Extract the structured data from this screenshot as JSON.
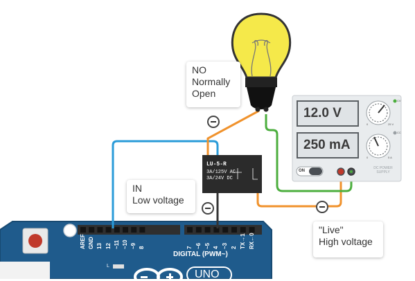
{
  "callouts": {
    "no": {
      "line1": "NO",
      "line2": "Normally",
      "line3": "Open"
    },
    "in": {
      "line1": "IN",
      "line2": "Low voltage"
    },
    "live": {
      "line1": "\"Live\"",
      "line2": "High voltage"
    }
  },
  "relay": {
    "model": "LU-5-R",
    "rating_ac": "3A/125V AC",
    "rating_dc": "3A/24V DC"
  },
  "power_supply": {
    "voltage": "12.0 V",
    "current": "250 mA",
    "on_label": "ON",
    "brand": "DC POWER SUPPLY",
    "knob_voltage_max": "25 V",
    "knob_current_max": "5 A",
    "knob_min": "0",
    "cv_label": "CV",
    "cc_label": "CC"
  },
  "arduino": {
    "pins_left": [
      "AREF",
      "GND",
      "13",
      "12",
      "~11",
      "~10",
      "~9",
      "8"
    ],
    "pins_right": [
      "7",
      "~6",
      "~5",
      "4",
      "~3",
      "2",
      "TX→1",
      "RX←0"
    ],
    "digital_label": "DIGITAL (PWM~)",
    "board_label": "UNO",
    "led_label": "L"
  },
  "colors": {
    "arduino_blue": "#1f5b8c",
    "wire_blue": "#2a9bd8",
    "wire_orange": "#f0922c",
    "wire_green": "#4cae3e",
    "wire_dark": "#333333",
    "bulb_yellow": "#f5e94a",
    "relay_body": "#2b2b2b",
    "psu_body": "#e9ecee"
  }
}
